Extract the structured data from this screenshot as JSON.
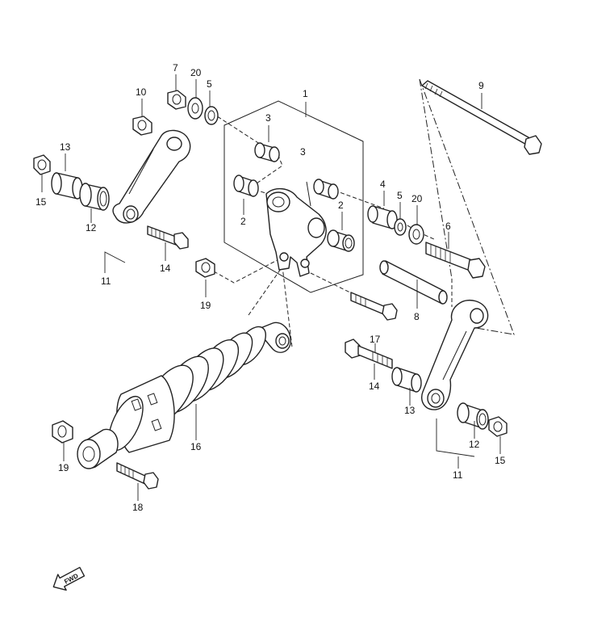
{
  "labels": {
    "p1": "1",
    "p2a": "2",
    "p2b": "2",
    "p3a": "3",
    "p3b": "3",
    "p4": "4",
    "p5a": "5",
    "p5b": "5",
    "p6": "6",
    "p7": "7",
    "p8": "8",
    "p9": "9",
    "p10": "10",
    "p11a": "11",
    "p11b": "11",
    "p12a": "12",
    "p12b": "12",
    "p13a": "13",
    "p13b": "13",
    "p14a": "14",
    "p14b": "14",
    "p15a": "15",
    "p15b": "15",
    "p16": "16",
    "p17": "17",
    "p18": "18",
    "p19a": "19",
    "p19b": "19",
    "p20a": "20",
    "p20b": "20"
  },
  "fwd_arrow": {
    "text": "FWD",
    "icon": "forward-arrow-icon"
  }
}
